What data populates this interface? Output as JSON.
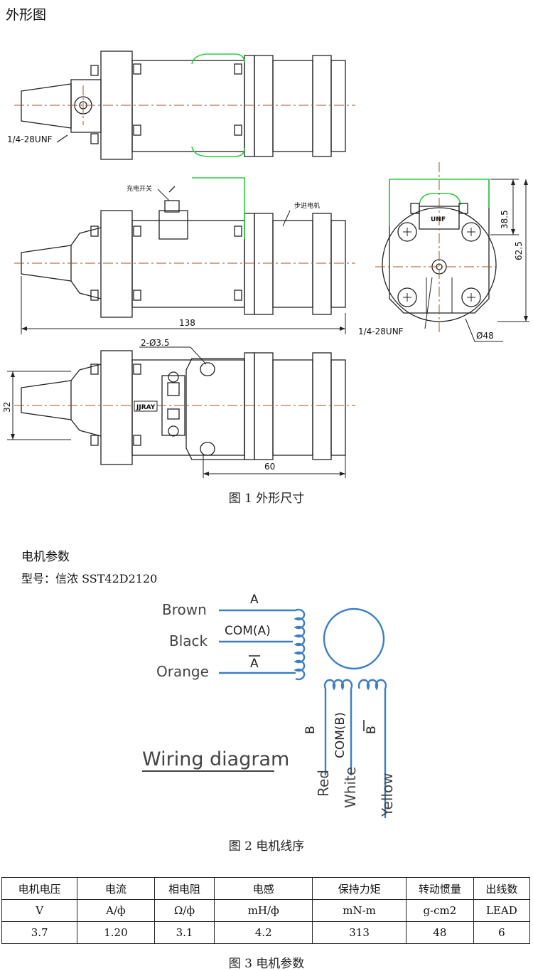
{
  "section_outline": "外形图",
  "drawing_labels": {
    "thread_top": "1/4-28UNF",
    "charge_switch": "充电开关",
    "stepper_motor": "步进电机",
    "dim_138": "138",
    "dim_385": "38.5",
    "dim_625": "62.5",
    "thread_side": "1/4-28UNF",
    "dim_phi48": "Ø48",
    "holes": "2-Ø3.5",
    "dim_32": "32",
    "dim_60": "60",
    "brand_label": "JJRAY",
    "unf_tag": "UNF"
  },
  "fig1_caption": "图 1 外形尺寸",
  "section_params": "电机参数",
  "model_line": "型号：信浓 SST42D2120",
  "wiring": {
    "title": "Wiring diagram",
    "left_wires": [
      "Brown",
      "Black",
      "Orange"
    ],
    "left_signals": [
      "A",
      "COM(A)",
      "A"
    ],
    "bottom_signals": [
      "B",
      "COM(B)",
      "B"
    ],
    "bottom_wires": [
      "Red",
      "White",
      "Yellow"
    ],
    "wire_color": "#3a7fc4"
  },
  "fig2_caption": "图 2 电机线序",
  "table": {
    "headers": [
      "电机电压",
      "电流",
      "相电阻",
      "电感",
      "保持力矩",
      "转动惯量",
      "出线数"
    ],
    "units": [
      "V",
      "A/ф",
      "Ω/ф",
      "mH/ф",
      "mN-m",
      "g-cm2",
      "LEAD"
    ],
    "values": [
      "3.7",
      "1.20",
      "3.1",
      "4.2",
      "313",
      "48",
      "6"
    ]
  },
  "fig3_caption": "图 3 电机参数"
}
